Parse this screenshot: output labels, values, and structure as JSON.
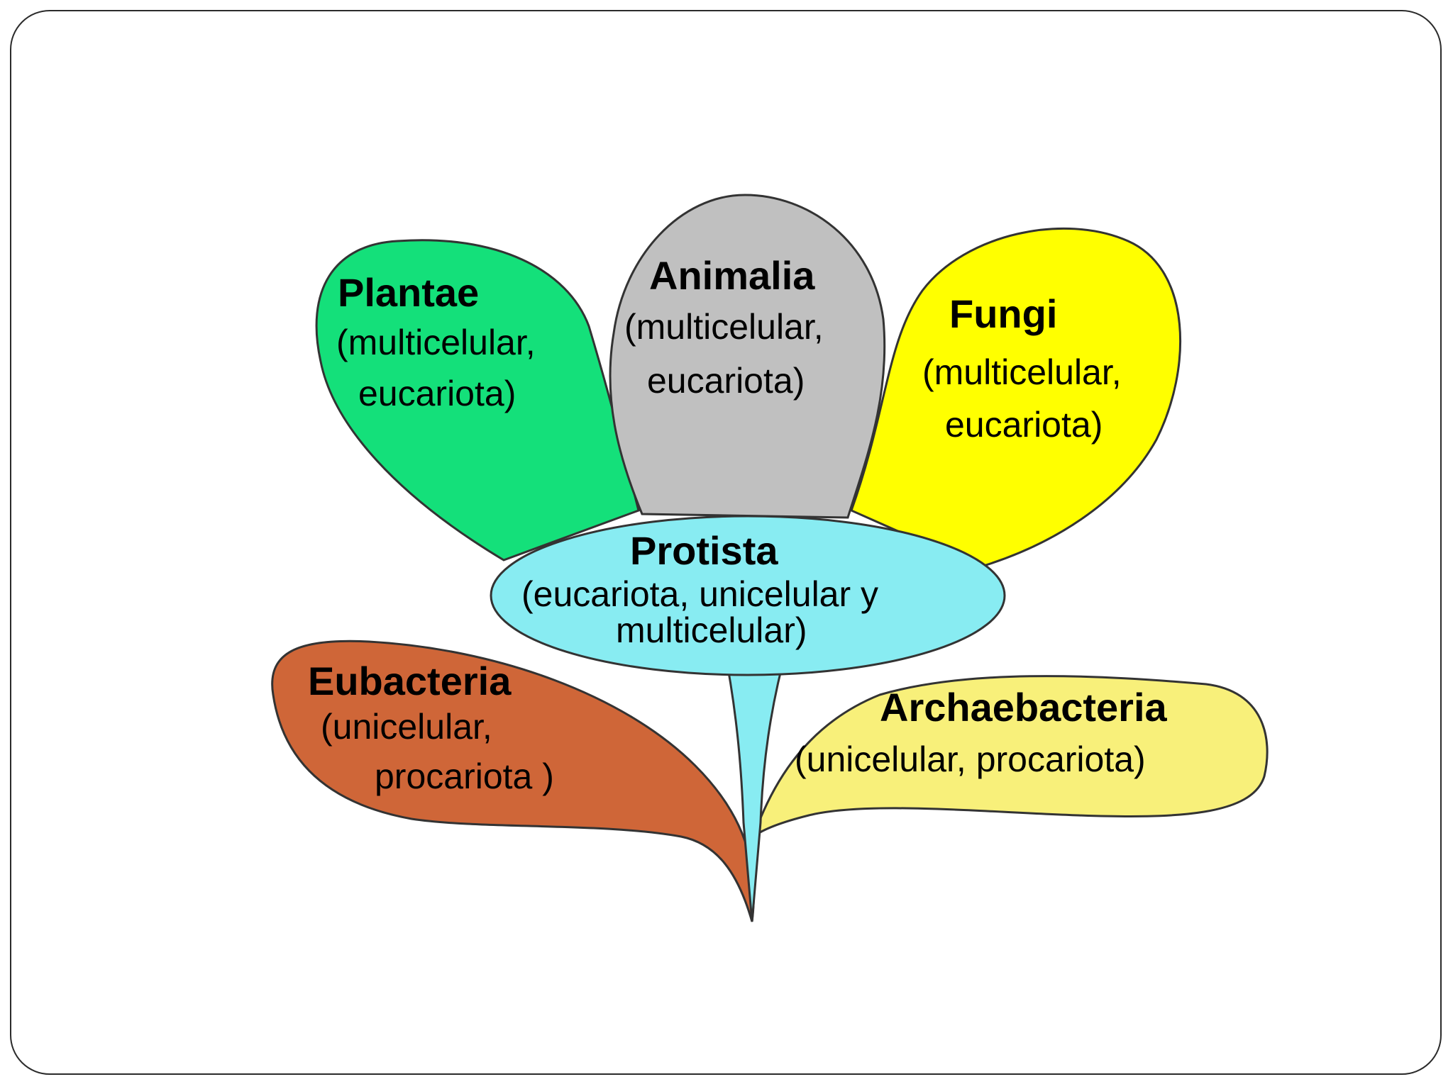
{
  "kingdoms": {
    "plantae": {
      "name": "Plantae",
      "line1": "(multicelular,",
      "line2": "eucariota)",
      "color": "#14e07a"
    },
    "animalia": {
      "name": "Animalia",
      "line1": "(multicelular,",
      "line2": "eucariota)",
      "color": "#c0c0c0"
    },
    "fungi": {
      "name": "Fungi",
      "line1": "(multicelular,",
      "line2": "eucariota)",
      "color": "#ffff00"
    },
    "protista": {
      "name": "Protista",
      "line1": "(eucariota, unicelular y",
      "line2": "multicelular)",
      "color": "#88ecf2"
    },
    "eubacteria": {
      "name": "Eubacteria",
      "line1": "(unicelular,",
      "line2": "procariota  )",
      "color": "#cf6638"
    },
    "archaebacteria": {
      "name": "Archaebacteria",
      "line1": "(unicelular, procariota)",
      "color": "#f8f07a"
    }
  }
}
